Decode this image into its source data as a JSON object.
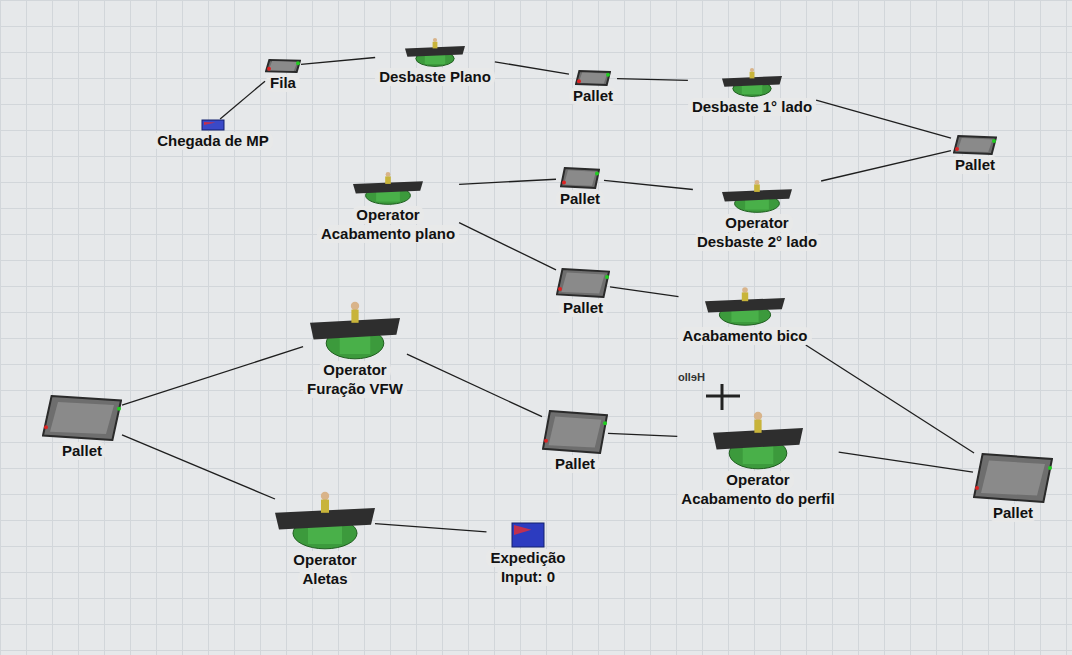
{
  "diagram": {
    "nodes": [
      {
        "text": [
          "Chegada de MP"
        ]
      },
      {
        "text": [
          "Fila"
        ]
      },
      {
        "text": [
          "Desbaste Plano"
        ]
      },
      {
        "text": [
          "Pallet"
        ]
      },
      {
        "text": [
          "Desbaste 1° lado"
        ]
      },
      {
        "text": [
          "Pallet"
        ]
      },
      {
        "text": [
          "Operator",
          "Desbaste 2° lado"
        ]
      },
      {
        "text": [
          "Pallet"
        ]
      },
      {
        "text": [
          "Operator",
          "Acabamento plano"
        ]
      },
      {
        "text": [
          "Pallet"
        ]
      },
      {
        "text": [
          "Acabamento bico"
        ]
      },
      {
        "text": [
          "Pallet"
        ]
      },
      {
        "text": [
          "Operator",
          "Acabamento do perfil"
        ]
      },
      {
        "text": [
          "Pallet"
        ]
      },
      {
        "text": [
          "Operator",
          "Furação VFW"
        ]
      },
      {
        "text": [
          "Pallet"
        ]
      },
      {
        "text": [
          "Operator",
          "Aletas"
        ]
      },
      {
        "text": [
          "Expedição",
          "Input: 0"
        ]
      }
    ],
    "edges": [
      {
        "from": 0,
        "to": 1,
        "arrow": "none"
      },
      {
        "from": 1,
        "to": 2,
        "arrow": "none"
      },
      {
        "from": 2,
        "to": 3,
        "arrow": "none"
      },
      {
        "from": 3,
        "to": 4,
        "arrow": "none"
      },
      {
        "from": 4,
        "to": 5,
        "arrow": "none"
      },
      {
        "from": 5,
        "to": 6,
        "arrow": "none"
      },
      {
        "from": 6,
        "to": 7,
        "arrow": "none"
      },
      {
        "from": 7,
        "to": 8,
        "arrow": "none"
      },
      {
        "from": 8,
        "to": 9,
        "arrow": "none"
      },
      {
        "from": 9,
        "to": 10,
        "arrow": "none"
      },
      {
        "from": 10,
        "to": 11,
        "arrow": "none"
      },
      {
        "from": 11,
        "to": 12,
        "arrow": "none"
      },
      {
        "from": 12,
        "to": 13,
        "arrow": "none"
      },
      {
        "from": 13,
        "to": 14,
        "arrow": "none"
      },
      {
        "from": 14,
        "to": 15,
        "arrow": "none"
      },
      {
        "from": 15,
        "to": 16,
        "arrow": "none"
      },
      {
        "from": 16,
        "to": 17,
        "arrow": "none"
      }
    ],
    "labels": [
      "Hello"
    ]
  }
}
